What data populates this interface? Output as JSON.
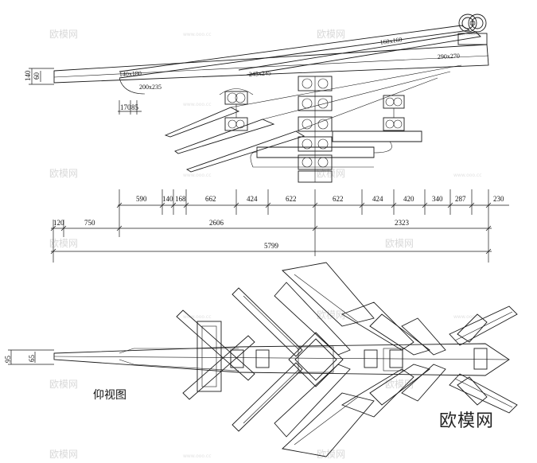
{
  "view_label": "仰视图",
  "brand_mark": "欧模网",
  "watermarks": {
    "text": "欧模网",
    "url": "www.ooo.cc"
  },
  "member_labels": [
    "140x180",
    "200x235",
    "245x245",
    "160x160",
    "290x270"
  ],
  "elevation_small_dims": [
    "140",
    "60",
    "170",
    "85"
  ],
  "dimension_rows": {
    "row1": [
      "590",
      "140",
      "168",
      "662",
      "424",
      "622",
      "622",
      "424",
      "420",
      "340",
      "287",
      "230"
    ],
    "row2": [
      "120",
      "750",
      "2606",
      "2323"
    ],
    "row3": [
      "5799"
    ]
  },
  "plan_small_dims": [
    "95",
    "65"
  ]
}
